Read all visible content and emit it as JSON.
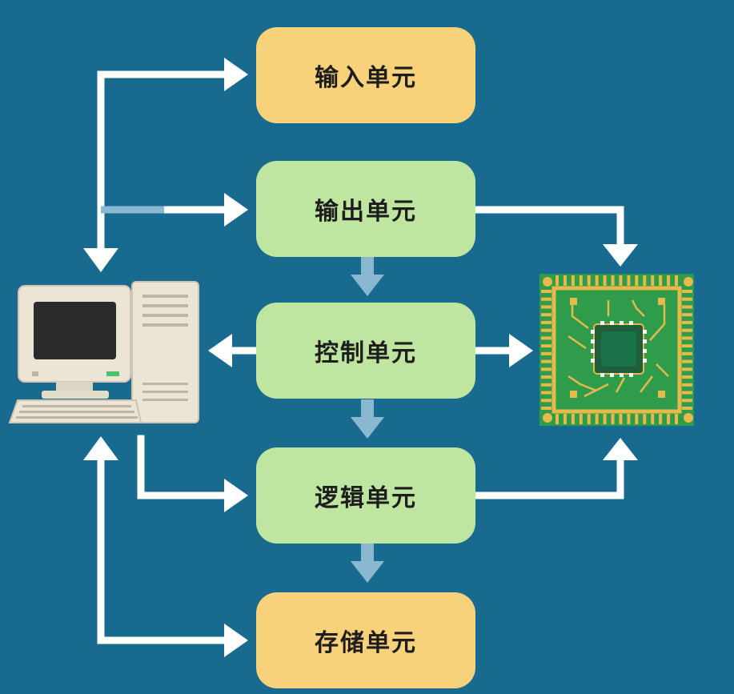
{
  "units": {
    "input": "输入单元",
    "output": "输出单元",
    "control": "控制单元",
    "logic": "逻辑单元",
    "storage": "存储单元"
  },
  "icons": {
    "computer": "desktop-computer-icon",
    "chip": "microchip-icon"
  },
  "colors": {
    "background": "#186a8e",
    "yellow_box": "#f8d27a",
    "green_box": "#bfe6a0",
    "arrow_white": "#ffffff",
    "arrow_light": "#8ab8d0",
    "chip_board": "#2e9c4a",
    "chip_gold": "#e6b94a"
  }
}
